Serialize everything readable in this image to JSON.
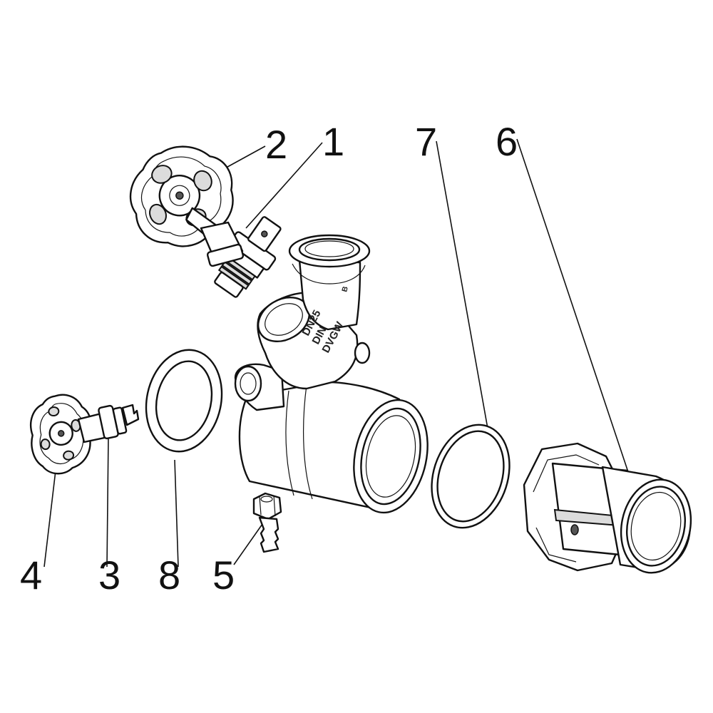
{
  "diagram": {
    "callouts": [
      {
        "number": "1",
        "part": "valve-insert"
      },
      {
        "number": "2",
        "part": "handwheel-large"
      },
      {
        "number": "3",
        "part": "drain-valve-insert"
      },
      {
        "number": "4",
        "part": "handwheel-small"
      },
      {
        "number": "5",
        "part": "hose-nozzle"
      },
      {
        "number": "6",
        "part": "union-nut-coupling"
      },
      {
        "number": "7",
        "part": "seal-ring-large"
      },
      {
        "number": "8",
        "part": "seal-ring-flat"
      }
    ],
    "body_marking": {
      "line1": "DN25",
      "line2": "DIN",
      "line3": "DVGW"
    },
    "colors": {
      "line": "#111111",
      "background": "#ffffff",
      "shade": "#dcdcdc"
    }
  }
}
